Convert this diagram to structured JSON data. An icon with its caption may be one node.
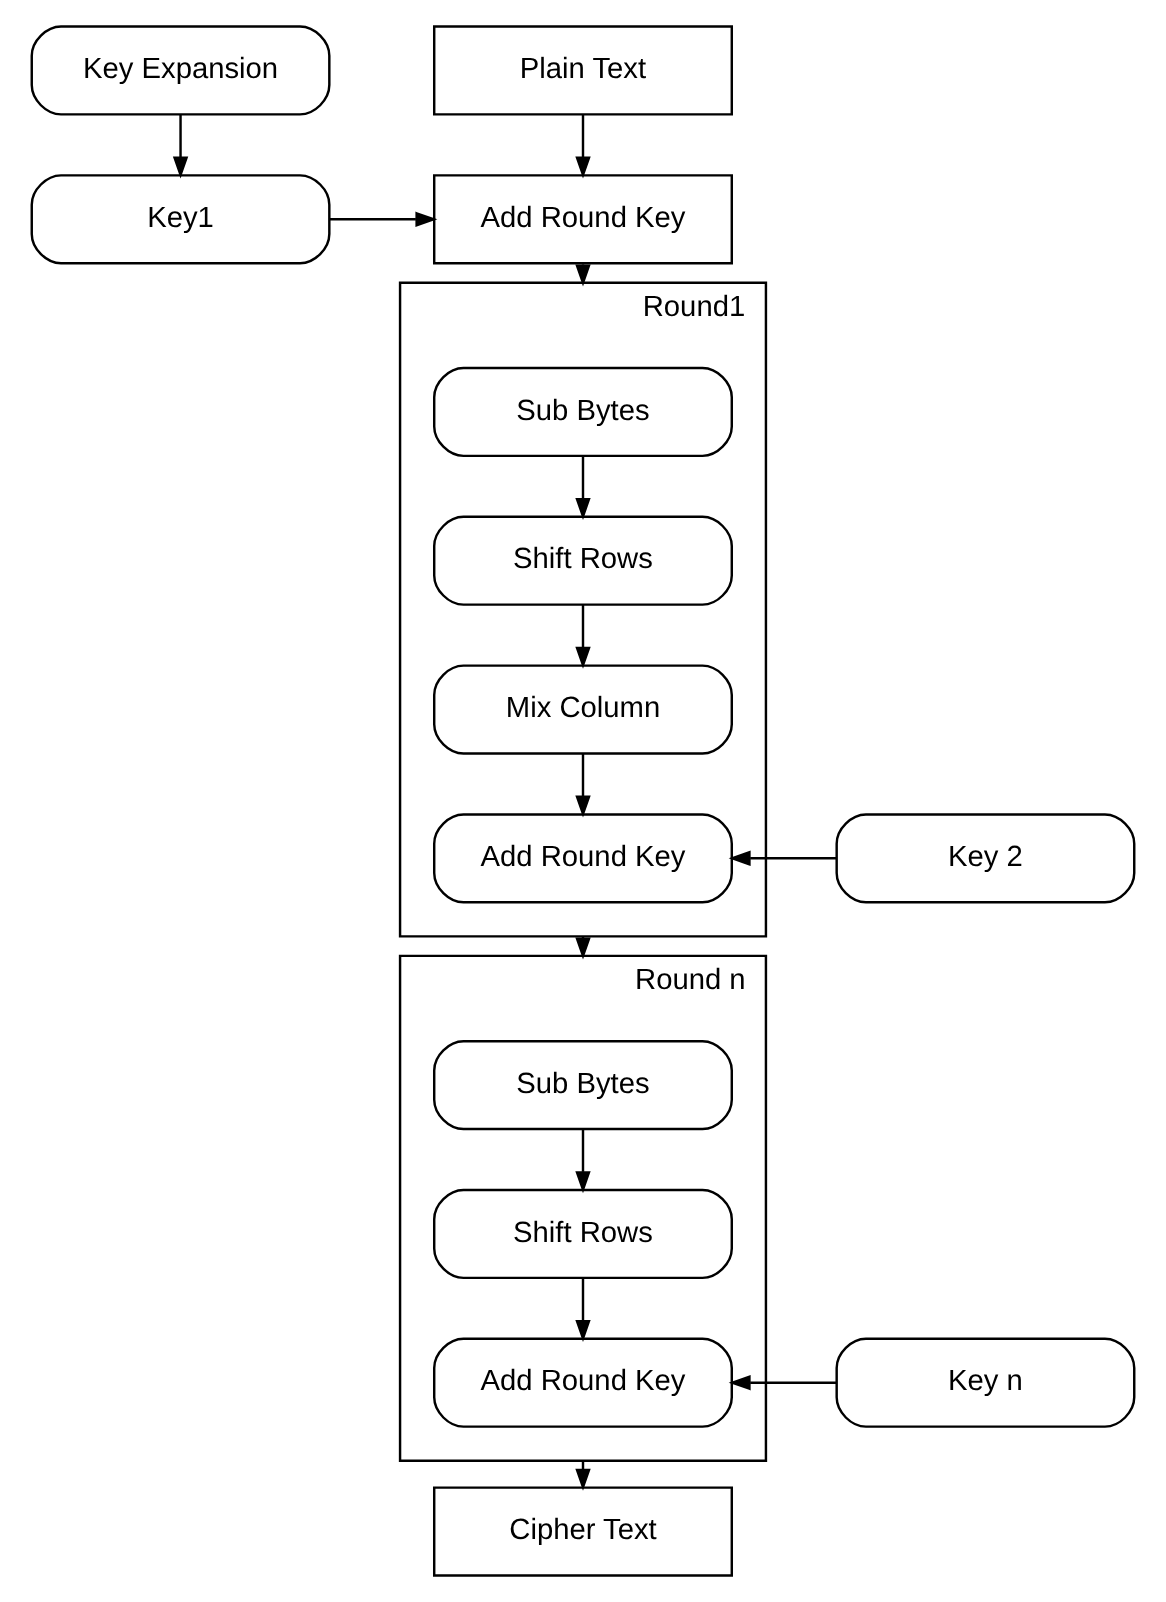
{
  "diagram": {
    "nodes": [
      {
        "text": [
          "Plain Text"
        ]
      },
      {
        "text": [
          "Key Expansion"
        ]
      },
      {
        "text": [
          "Add Round Key"
        ]
      },
      {
        "text": [
          "Key1"
        ]
      },
      {
        "text": [
          "Round1"
        ]
      },
      {
        "text": [
          "Sub Bytes"
        ],
        "in": 4
      },
      {
        "text": [
          "Shift Rows"
        ],
        "in": 4
      },
      {
        "text": [
          "Mix Column"
        ],
        "in": 4
      },
      {
        "text": [
          "Add Round Key"
        ],
        "in": 4
      },
      {
        "text": [
          "Key 2"
        ]
      },
      {
        "text": [
          "Round n"
        ]
      },
      {
        "text": [
          "Sub Bytes"
        ],
        "in": 10
      },
      {
        "text": [
          "Shift Rows"
        ],
        "in": 10
      },
      {
        "text": [
          "Add Round Key"
        ],
        "in": 10
      },
      {
        "text": [
          "Key n"
        ]
      },
      {
        "text": [
          "Cipher Text"
        ]
      }
    ],
    "edges": [
      {
        "from": 0,
        "to": 2,
        "arrow": "to"
      },
      {
        "from": 1,
        "to": 3,
        "arrow": "to"
      },
      {
        "from": 3,
        "to": 2,
        "arrow": "to"
      },
      {
        "from": 2,
        "to": 4,
        "arrow": "to"
      },
      {
        "from": 5,
        "to": 6,
        "arrow": "to"
      },
      {
        "from": 6,
        "to": 7,
        "arrow": "to"
      },
      {
        "from": 7,
        "to": 8,
        "arrow": "to"
      },
      {
        "from": 9,
        "to": 8,
        "arrow": "to"
      },
      {
        "from": 4,
        "to": 10,
        "arrow": "to"
      },
      {
        "from": 11,
        "to": 12,
        "arrow": "to"
      },
      {
        "from": 12,
        "to": 13,
        "arrow": "to"
      },
      {
        "from": 14,
        "to": 13,
        "arrow": "to"
      },
      {
        "from": 10,
        "to": 15,
        "arrow": "to"
      }
    ]
  }
}
